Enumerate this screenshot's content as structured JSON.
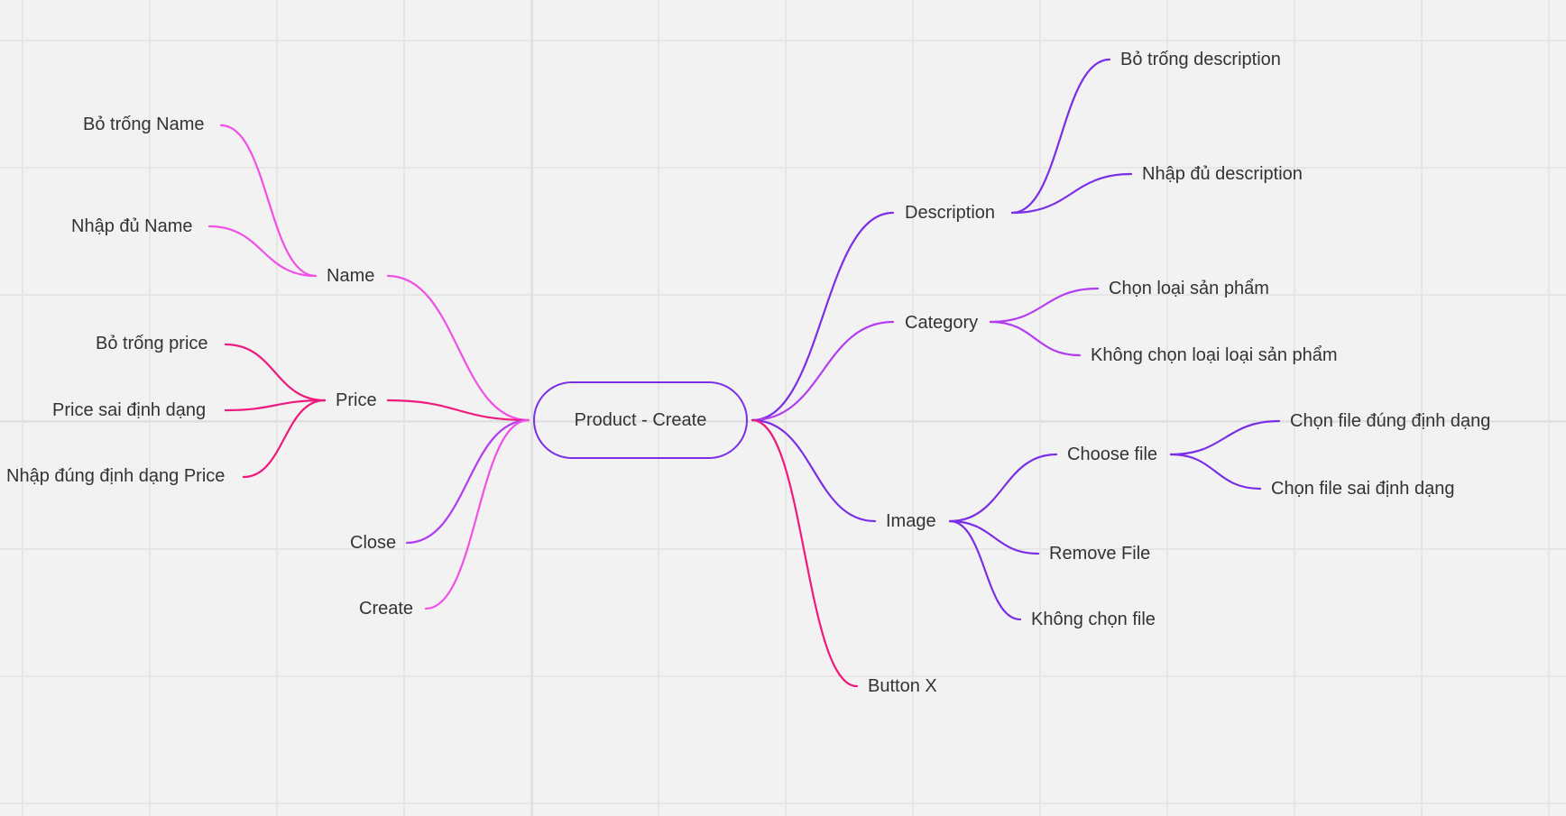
{
  "colors": {
    "purple": "#7b2ee6",
    "violet": "#b43cf0",
    "pink": "#f050e6",
    "magenta": "#ee1a7c"
  },
  "central": {
    "label": "Product - Create"
  },
  "branches": {
    "name": {
      "label": "Name",
      "children": [
        "Bỏ trống Name",
        "Nhập đủ Name"
      ]
    },
    "price": {
      "label": "Price",
      "children": [
        "Bỏ trống price",
        "Price  sai định dạng",
        "Nhập đúng định dạng Price"
      ]
    },
    "close": {
      "label": "Close"
    },
    "create": {
      "label": "Create"
    },
    "description": {
      "label": "Description",
      "children": [
        "Bỏ trống description",
        "Nhập đủ description"
      ]
    },
    "category": {
      "label": "Category",
      "children": [
        "Chọn loại sản phẩm",
        "Không chọn loại loại sản phẩm"
      ]
    },
    "image": {
      "label": "Image",
      "choose_file": {
        "label": "Choose file",
        "children": [
          "Chọn file đúng định dạng",
          "Chọn file sai định dạng"
        ]
      },
      "remove_file": "Remove File",
      "no_file": "Không chọn file"
    },
    "button_x": {
      "label": "Button X"
    }
  }
}
